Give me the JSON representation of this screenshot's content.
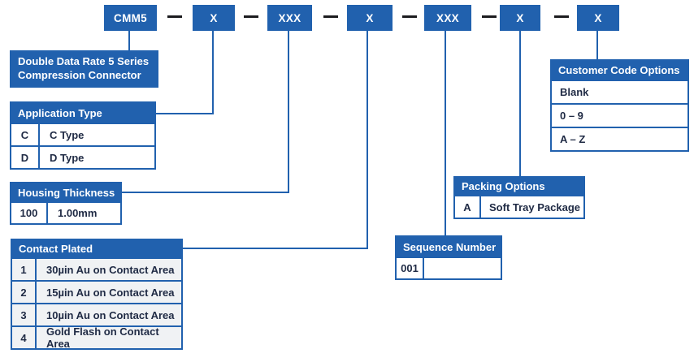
{
  "colors": {
    "primary_blue": "#2161ae",
    "dash_dark": "#1c1c1f",
    "row_text": "#1f2a44",
    "row_fill_gray": "#f0f2f4"
  },
  "part_number": {
    "separator": "—",
    "segments": [
      {
        "label": "CMM5"
      },
      {
        "label": "X"
      },
      {
        "label": "XXX"
      },
      {
        "label": "X"
      },
      {
        "label": "XXX"
      },
      {
        "label": "X"
      },
      {
        "label": "X"
      }
    ]
  },
  "series_description": {
    "line1": "Double Data Rate 5 Series",
    "line2": "Compression Connector"
  },
  "tables": {
    "application_type": {
      "title": "Application Type",
      "rows": [
        {
          "code": "C",
          "desc": "C Type"
        },
        {
          "code": "D",
          "desc": "D Type"
        }
      ]
    },
    "housing_thickness": {
      "title": "Housing Thickness",
      "rows": [
        {
          "code": "100",
          "desc": "1.00mm"
        }
      ]
    },
    "contact_plated": {
      "title": "Contact Plated",
      "rows": [
        {
          "code": "1",
          "desc": "30µin Au on Contact Area"
        },
        {
          "code": "2",
          "desc": "15µin Au on Contact Area"
        },
        {
          "code": "3",
          "desc": "10µin Au on Contact Area"
        },
        {
          "code": "4",
          "desc": "Gold Flash on Contact Area"
        }
      ]
    },
    "sequence_number": {
      "title": "Sequence Number",
      "rows": [
        {
          "code": "001",
          "desc": ""
        }
      ]
    },
    "packing_options": {
      "title": "Packing Options",
      "rows": [
        {
          "code": "A",
          "desc": "Soft Tray Package"
        }
      ]
    },
    "customer_code_options": {
      "title": "Customer Code Options",
      "rows": [
        {
          "label": "Blank"
        },
        {
          "label": "0 – 9"
        },
        {
          "label": "A – Z"
        }
      ]
    }
  }
}
